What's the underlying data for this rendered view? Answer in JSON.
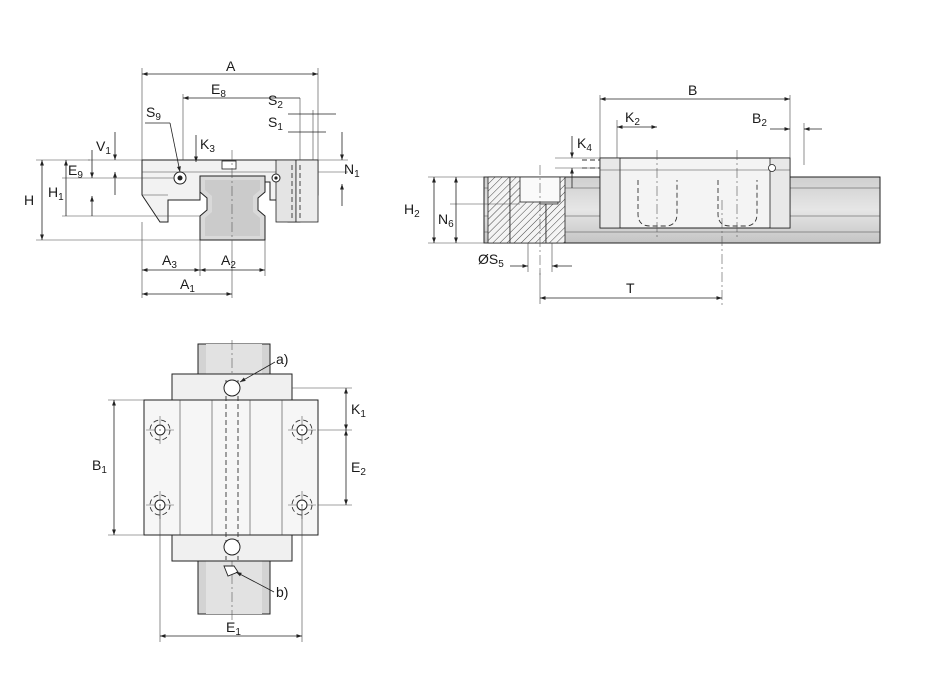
{
  "front_view": {
    "A": "A",
    "E8_main": "E",
    "E8_sub": "8",
    "S2_main": "S",
    "S2_sub": "2",
    "S1_main": "S",
    "S1_sub": "1",
    "S9_main": "S",
    "S9_sub": "9",
    "K3_main": "K",
    "K3_sub": "3",
    "V1_main": "V",
    "V1_sub": "1",
    "E9_main": "E",
    "E9_sub": "9",
    "N1_main": "N",
    "N1_sub": "1",
    "H": "H",
    "H1_main": "H",
    "H1_sub": "1",
    "A3_main": "A",
    "A3_sub": "3",
    "A2_main": "A",
    "A2_sub": "2",
    "A1_main": "A",
    "A1_sub": "1"
  },
  "side_view": {
    "B": "B",
    "K2_main": "K",
    "K2_sub": "2",
    "B2_main": "B",
    "B2_sub": "2",
    "K4_main": "K",
    "K4_sub": "4",
    "H2_main": "H",
    "H2_sub": "2",
    "N6_main": "N",
    "N6_sub": "6",
    "S5_main": "ØS",
    "S5_sub": "5",
    "T": "T"
  },
  "top_view": {
    "a": "a)",
    "b": "b)",
    "K1_main": "K",
    "K1_sub": "1",
    "E2_main": "E",
    "E2_sub": "2",
    "B1_main": "B",
    "B1_sub": "1",
    "E1_main": "E",
    "E1_sub": "1"
  }
}
